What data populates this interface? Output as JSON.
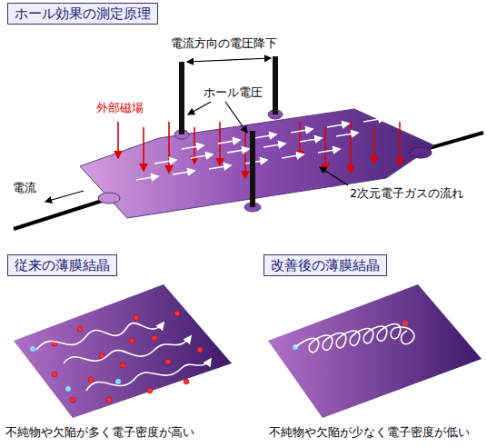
{
  "diagram": {
    "title": "ホール効果の測定原理",
    "nodes": [
      {
        "text": [
          "従来の薄膜結晶"
        ]
      },
      {
        "text": [
          "改善後の薄膜結晶"
        ]
      }
    ],
    "labels": [
      "電流方向の電圧降下",
      "ホール電圧",
      "外部磁場",
      "2次元電子ガスの流れ",
      "電流",
      "不純物や欠陥が多く電子密度が高い",
      "不純物や欠陥が少なく電子密度が低い"
    ]
  }
}
